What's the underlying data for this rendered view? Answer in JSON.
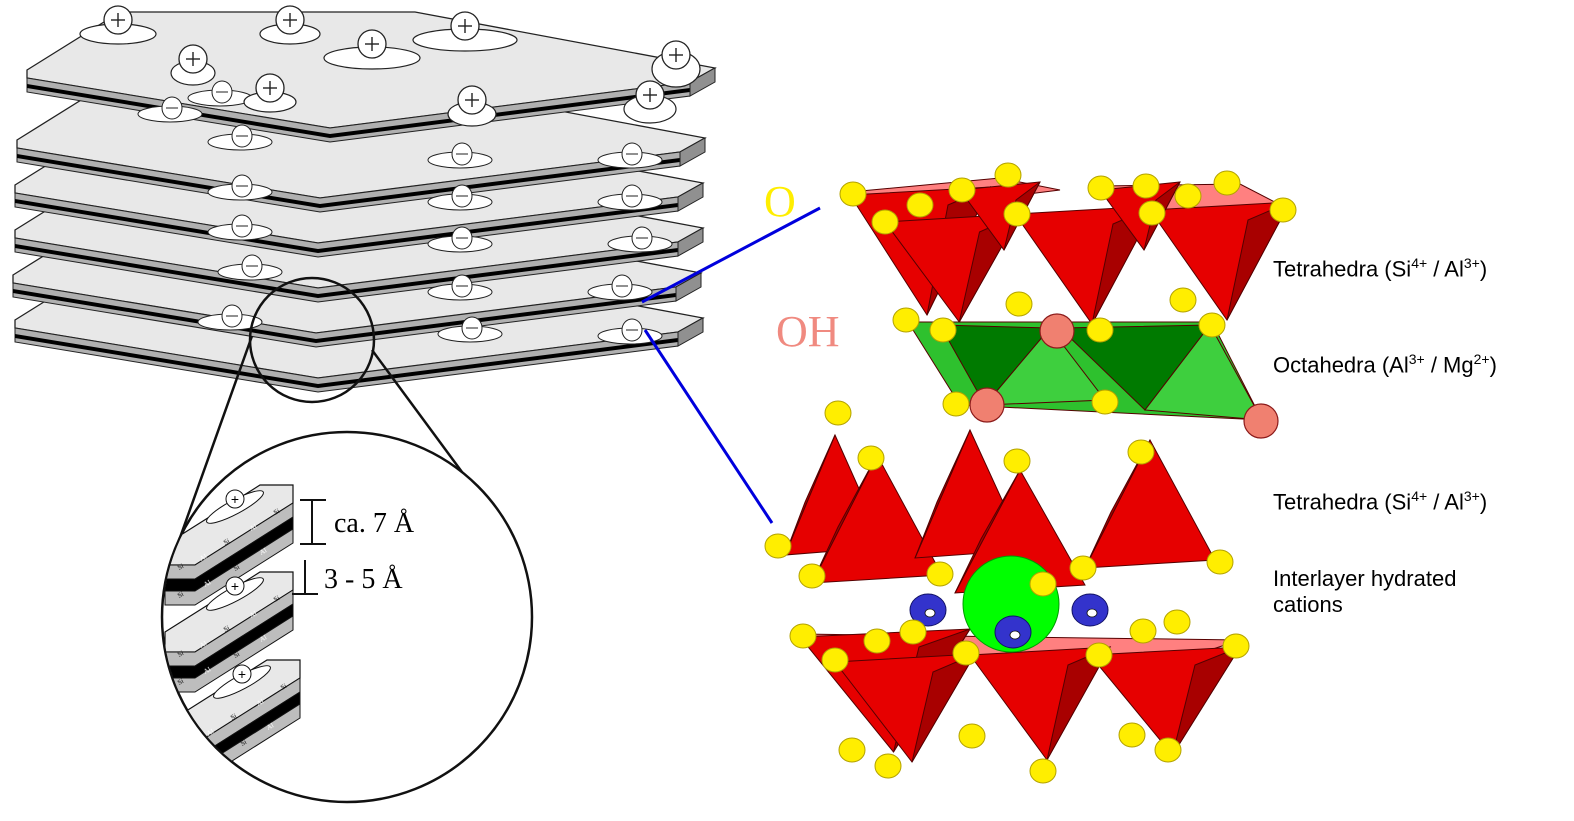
{
  "labels": {
    "oxygen": "O",
    "hydroxyl": "OH",
    "tetra_top": {
      "text": "Tetrahedra (Si",
      "sup1": "4+",
      "mid": " / Al",
      "sup2": "3+",
      "end": ")"
    },
    "octa": {
      "text": "Octahedra (Al",
      "sup1": "3+",
      "mid": " / Mg",
      "sup2": "2+",
      "end": ")"
    },
    "tetra_bottom": {
      "text": "Tetrahedra (Si",
      "sup1": "4+",
      "mid": " / Al",
      "sup2": "3+",
      "end": ")"
    },
    "interlayer_line1": "Interlayer hydrated",
    "interlayer_line2": "cations"
  },
  "zoom": {
    "layer_thickness": "ca. 7 Å",
    "interlayer_spacing": "3 - 5 Å",
    "layer_text_si": "Si",
    "layer_text_al": "Al",
    "cation_symbol": "+"
  },
  "colors": {
    "tetrahedra": "#e60000",
    "tetrahedra_dark": "#a80000",
    "octahedra": "#2ec12e",
    "octahedra_dark": "#007a00",
    "oxygen": "#ffee00",
    "hydroxyl": "#f08070",
    "hydroxyl_text": "#f08a80",
    "oxygen_text": "#ffee00",
    "cation": "#00ff00",
    "water": "#3333cc",
    "connector": "#0000dd",
    "sheet_top": "#e8e8e8",
    "sheet_side": "#b0b0b0"
  }
}
